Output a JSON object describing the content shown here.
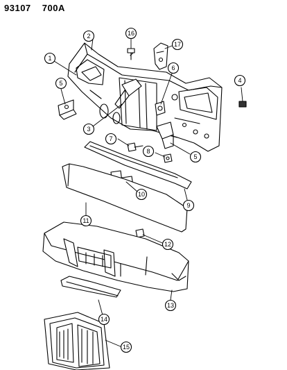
{
  "header": {
    "diagram_code": "93107",
    "ref_code": "700A"
  },
  "callouts": [
    {
      "num": "1"
    },
    {
      "num": "2"
    },
    {
      "num": "3"
    },
    {
      "num": "4"
    },
    {
      "num": "5"
    },
    {
      "num": "5"
    },
    {
      "num": "6"
    },
    {
      "num": "7"
    },
    {
      "num": "8"
    },
    {
      "num": "9"
    },
    {
      "num": "10"
    },
    {
      "num": "11"
    },
    {
      "num": "12"
    },
    {
      "num": "13"
    },
    {
      "num": "14"
    },
    {
      "num": "15"
    },
    {
      "num": "16"
    },
    {
      "num": "17"
    }
  ]
}
